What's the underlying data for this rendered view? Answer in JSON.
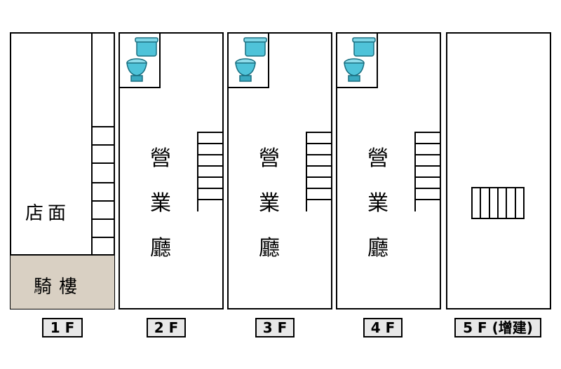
{
  "floors": [
    {
      "id": "1f",
      "label": "1 F",
      "rooms": [
        "店面",
        "騎樓"
      ]
    },
    {
      "id": "2f",
      "label": "2 F",
      "room": [
        "營",
        "業",
        "廳"
      ]
    },
    {
      "id": "3f",
      "label": "3 F",
      "room": [
        "營",
        "業",
        "廳"
      ]
    },
    {
      "id": "4f",
      "label": "4 F",
      "room": [
        "營",
        "業",
        "廳"
      ]
    },
    {
      "id": "5f",
      "label": "5 F (增建)"
    }
  ],
  "colors": {
    "arcade": "#d9d0c3",
    "label_bg": "#e8e8e8",
    "toilet": "#4fc3d9"
  },
  "icons": [
    "toilet-icon",
    "stair-icon"
  ]
}
